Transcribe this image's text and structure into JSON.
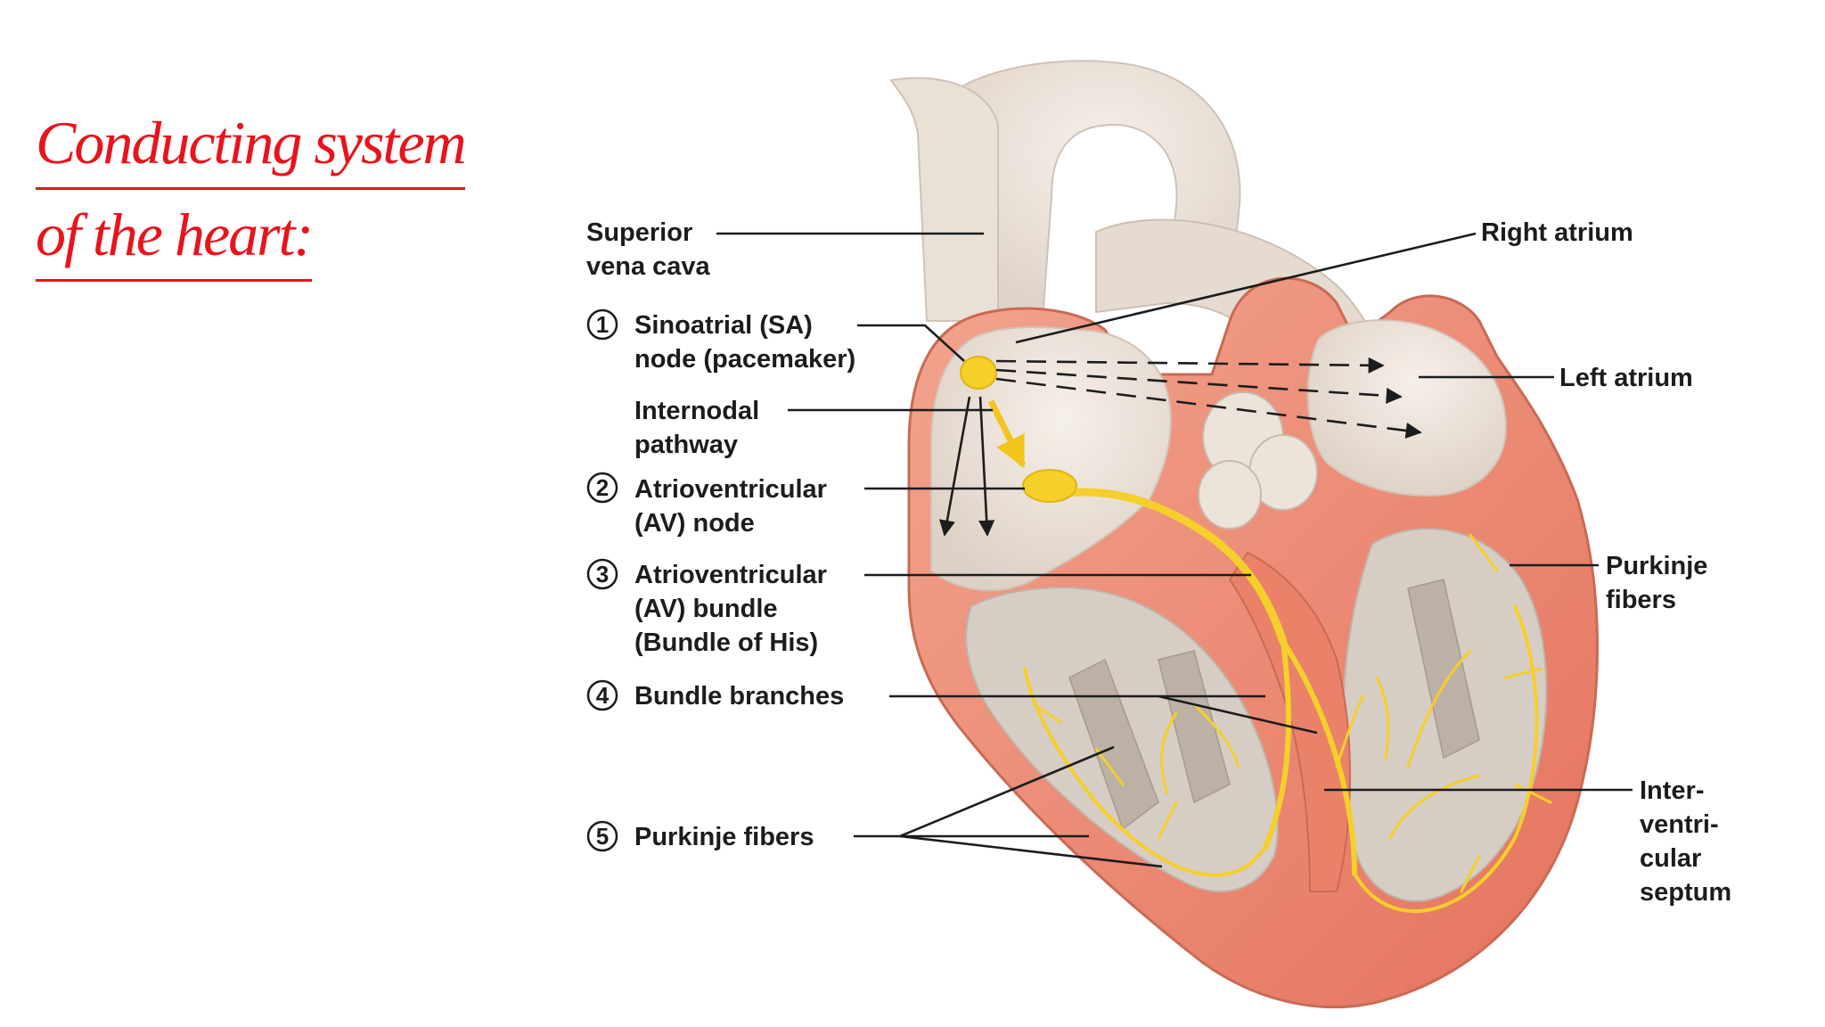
{
  "slide": {
    "title_line1": "Conducting system",
    "title_line2": "of the heart:"
  },
  "labels": {
    "superior_vena_cava": [
      "Superior",
      "vena cava"
    ],
    "sa_node": {
      "number": "1",
      "lines": [
        "Sinoatrial (SA)",
        "node (pacemaker)"
      ]
    },
    "internodal_pathway": [
      "Internodal",
      "pathway"
    ],
    "av_node": {
      "number": "2",
      "lines": [
        "Atrioventricular",
        "(AV) node"
      ]
    },
    "av_bundle": {
      "number": "3",
      "lines": [
        "Atrioventricular",
        "(AV) bundle",
        "(Bundle of His)"
      ]
    },
    "bundle_branches": {
      "number": "4",
      "lines": [
        "Bundle branches"
      ]
    },
    "purkinje_left": {
      "number": "5",
      "lines": [
        "Purkinje fibers"
      ]
    },
    "right_atrium": [
      "Right atrium"
    ],
    "left_atrium": [
      "Left atrium"
    ],
    "purkinje_right": [
      "Purkinje",
      "fibers"
    ],
    "septum": [
      "Inter-",
      "ventri-",
      "cular",
      "septum"
    ]
  },
  "colors": {
    "title": "#e8141b",
    "myocardium": "#ec8a74",
    "conduction": "#f5cf2a",
    "tissue": "#efe6dc"
  }
}
